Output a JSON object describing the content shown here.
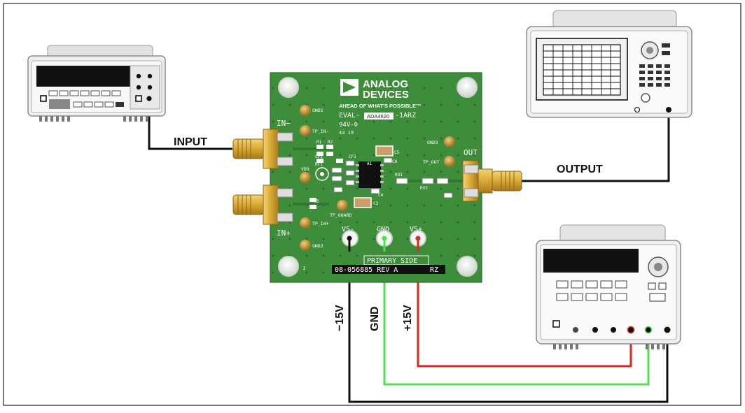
{
  "labels": {
    "input": "INPUT",
    "output": "OUTPUT",
    "vneg": "−15V",
    "gnd": "GND",
    "vpos": "+15V"
  },
  "board": {
    "brand_line1": "ANALOG",
    "brand_line2": "DEVICES",
    "tagline": "AHEAD OF WHAT'S POSSIBLE™",
    "part_prefix": "EVAL-",
    "chip": "ADA4620",
    "part_suffix": "-1ARZ",
    "rating": "94V-0",
    "date_code": "43 19",
    "side": "PRIMARY SIDE",
    "rev": "08-056885 REV A",
    "rev_suffix": "RZ",
    "pin_in_neg": "IN−",
    "pin_in_pos": "IN+",
    "pin_out": "OUT",
    "pin_vs_neg": "VS-",
    "pin_gnd": "GND",
    "pin_vs_pos": "VS+",
    "tp_gnd1": "GND1",
    "tp_in_neg": "TP_IN-",
    "tp_in_pos": "TP_IN+",
    "tp_vdd": "VDD",
    "tp_gnd2": "GND2",
    "tp_guard": "TP_GUARD",
    "tp_gnd3": "GND3",
    "tp_out": "TP_OUT",
    "ref_r1": "R1",
    "ref_r2": "R2",
    "ref_cf1": "CF1",
    "ref_rf1": "RF1",
    "ref_cf3": "CF3",
    "ref_a1": "A1",
    "ref_c5": "C5",
    "ref_c6": "C6",
    "ref_ro1": "RO1",
    "ref_ro2": "RO2",
    "ref_c3": "C3",
    "ref_c4": "C4",
    "ref_r3": "R3",
    "ref_one": "1"
  },
  "colors": {
    "board": "#3e8d3b",
    "board_dark": "#2f7a30",
    "wire_black": "#111111",
    "wire_red": "#d42a1f",
    "wire_green": "#52e04a",
    "gold": "#d8a833",
    "instrument": "#ececec"
  },
  "icons": {
    "signal_source": "multimeter-icon",
    "analyzer": "spectrum-analyzer-icon",
    "supply": "power-supply-icon"
  }
}
